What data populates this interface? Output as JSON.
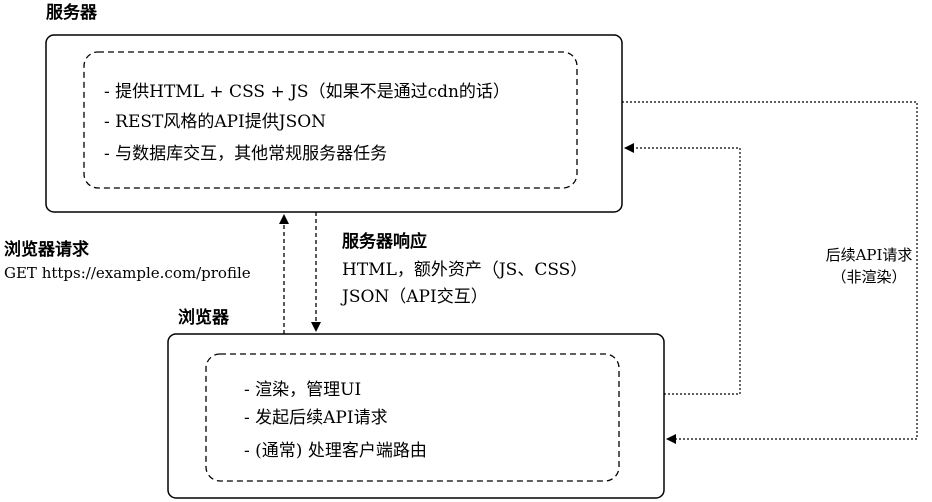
{
  "server": {
    "title": "服务器",
    "items": [
      "- 提供HTML + CSS + JS（如果不是通过cdn的话）",
      "- REST风格的API提供JSON",
      "- 与数据库交互，其他常规服务器任务"
    ]
  },
  "browser": {
    "title": "浏览器",
    "items": [
      "- 渲染，管理UI",
      "- 发起后续API请求",
      "- (通常) 处理客户端路由"
    ]
  },
  "request": {
    "title": "浏览器请求",
    "detail": "GET https://example.com/profile"
  },
  "response": {
    "title": "服务器响应",
    "line1": "HTML，额外资产（JS、CSS）",
    "line2": "JSON（API交互）"
  },
  "followup": {
    "line1": "后续API请求",
    "line2": "（非渲染）"
  }
}
